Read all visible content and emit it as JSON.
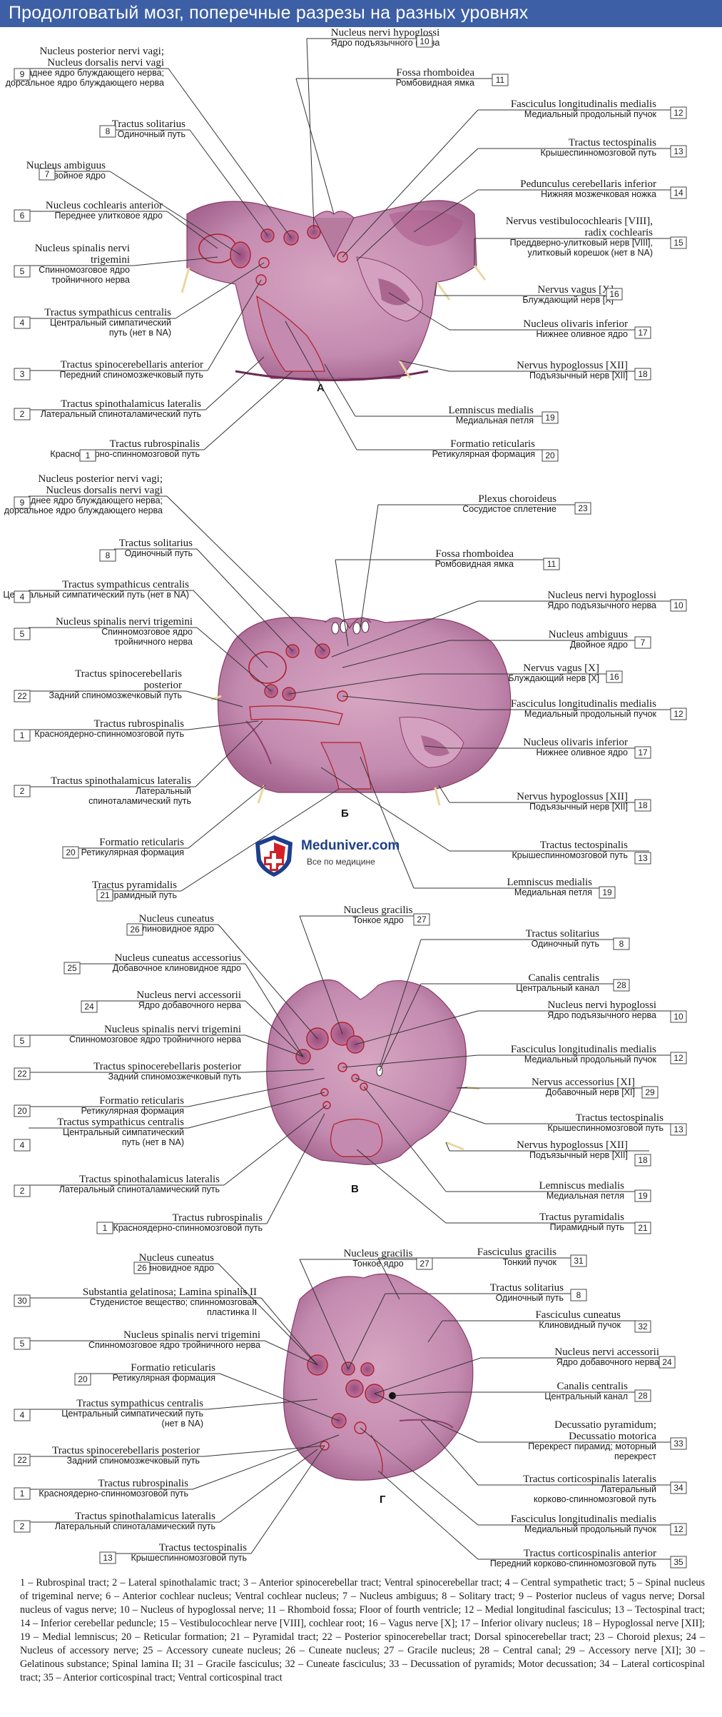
{
  "title": "Продолговатый мозг, поперечные разрезы на разных уровнях",
  "watermark": {
    "name": "Meduniver.com",
    "tagline": "Все по медицине"
  },
  "colors": {
    "title_bg": "#3d5fa5",
    "tissue": "#c98fb4",
    "tissue_dark": "#8f3e6e",
    "outline": "#b01f2a"
  },
  "panels": [
    {
      "letter": "А",
      "labels": [
        {
          "n": "10",
          "en": "Nucleus nervi hypoglossi",
          "ru": "Ядро подъязычного нерва"
        },
        {
          "n": "9",
          "en": "Nucleus posterior nervi vagi;\nNucleus dorsalis nervi vagi",
          "ru": "Заднее ядро блуждающего нерва;\nдорсальное ядро блуждающего нерва"
        },
        {
          "n": "11",
          "en": "Fossa rhomboidea",
          "ru": "Ромбовидная ямка"
        },
        {
          "n": "12",
          "en": "Fasciculus longitudinalis medialis",
          "ru": "Медиальный продольный пучок"
        },
        {
          "n": "8",
          "en": "Tractus solitarius",
          "ru": "Одиночный путь"
        },
        {
          "n": "13",
          "en": "Tractus tectospinalis",
          "ru": "Крышеспинномозговой путь"
        },
        {
          "n": "7",
          "en": "Nucleus ambiguus",
          "ru": "Двойное ядро"
        },
        {
          "n": "14",
          "en": "Pedunculus cerebellaris inferior",
          "ru": "Нижняя мозжечковая ножка"
        },
        {
          "n": "6",
          "en": "Nucleus cochlearis anterior",
          "ru": "Переднее улитковое ядро"
        },
        {
          "n": "15",
          "en": "Nervus vestibulocochlearis [VIII],\nradix cochlearis",
          "ru": "Преддверно-улитковый нерв [VIII],\nулитковый корешок (нет в NA)"
        },
        {
          "n": "5",
          "en": "Nucleus spinalis nervi\ntrigemini",
          "ru": "Спинномозговое ядро\nтройничного нерва"
        },
        {
          "n": "16",
          "en": "Nervus vagus [X]",
          "ru": "Блуждающий нерв [X]"
        },
        {
          "n": "17",
          "en": "Nucleus olivaris inferior",
          "ru": "Нижнее оливное ядро"
        },
        {
          "n": "4",
          "en": "Tractus sympathicus centralis",
          "ru": "Центральный симпатический\nпуть (нет в NA)"
        },
        {
          "n": "18",
          "en": "Nervus hypoglossus [XII]",
          "ru": "Подъязычный нерв [XII]"
        },
        {
          "n": "3",
          "en": "Tractus spinocerebellaris anterior",
          "ru": "Передний спиномозжечковый путь"
        },
        {
          "n": "19",
          "en": "Lemniscus medialis",
          "ru": "Медиальная петля"
        },
        {
          "n": "2",
          "en": "Tractus spinothalamicus lateralis",
          "ru": "Латеральный спиноталамический путь"
        },
        {
          "n": "20",
          "en": "Formatio reticularis",
          "ru": "Ретикулярная формация"
        },
        {
          "n": "1",
          "en": "Tractus rubrospinalis",
          "ru": "Красноядерно-спинномозговой путь"
        }
      ]
    },
    {
      "letter": "Б",
      "labels": [
        {
          "n": "9",
          "en": "Nucleus posterior nervi vagi;\nNucleus dorsalis nervi vagi",
          "ru": "Заднее ядро блуждающего нерва;\nдорсальное ядро блуждающего нерва"
        },
        {
          "n": "23",
          "en": "Plexus choroideus",
          "ru": "Сосудистое сплетение"
        },
        {
          "n": "8",
          "en": "Tractus solitarius",
          "ru": "Одиночный путь"
        },
        {
          "n": "11",
          "en": "Fossa rhomboidea",
          "ru": "Ромбовидная ямка"
        },
        {
          "n": "4",
          "en": "Tractus sympathicus centralis",
          "ru": "Центральный симпатический путь (нет в NA)"
        },
        {
          "n": "10",
          "en": "Nucleus nervi hypoglossi",
          "ru": "Ядро подъязычного нерва"
        },
        {
          "n": "5",
          "en": "Nucleus spinalis nervi trigemini",
          "ru": "Спинномозговое ядро\nтройничного нерва"
        },
        {
          "n": "7",
          "en": "Nucleus ambiguus",
          "ru": "Двойное ядро"
        },
        {
          "n": "22",
          "en": "Tractus spinocerebellaris\nposterior",
          "ru": "Задний спиномозжечковый путь"
        },
        {
          "n": "16",
          "en": "Nervus vagus [X]",
          "ru": "Блуждающий нерв [X]"
        },
        {
          "n": "12",
          "en": "Fasciculus longitudinalis medialis",
          "ru": "Медиальный продольный пучок"
        },
        {
          "n": "1",
          "en": "Tractus rubrospinalis",
          "ru": "Красноядерно-спинномозговой путь"
        },
        {
          "n": "17",
          "en": "Nucleus olivaris inferior",
          "ru": "Нижнее оливное ядро"
        },
        {
          "n": "2",
          "en": "Tractus spinothalamicus lateralis",
          "ru": "Латеральный\nспиноталамический путь"
        },
        {
          "n": "18",
          "en": "Nervus hypoglossus [XII]",
          "ru": "Подъязычный нерв [XII]"
        },
        {
          "n": "20",
          "en": "Formatio reticularis",
          "ru": "Ретикулярная формация"
        },
        {
          "n": "13",
          "en": "Tractus tectospinalis",
          "ru": "Крышеспинномозговой путь"
        },
        {
          "n": "21",
          "en": "Tractus pyramidalis",
          "ru": "Пирамидный путь"
        },
        {
          "n": "19",
          "en": "Lemniscus medialis",
          "ru": "Медиальная петля"
        }
      ]
    },
    {
      "letter": "В",
      "labels": [
        {
          "n": "27",
          "en": "Nucleus gracilis",
          "ru": "Тонкое ядро"
        },
        {
          "n": "26",
          "en": "Nucleus cuneatus",
          "ru": "Клиновидное ядро"
        },
        {
          "n": "8",
          "en": "Tractus solitarius",
          "ru": "Одиночный путь"
        },
        {
          "n": "25",
          "en": "Nucleus cuneatus accessorius",
          "ru": "Добавочное клиновидное ядро"
        },
        {
          "n": "28",
          "en": "Canalis centralis",
          "ru": "Центральный канал"
        },
        {
          "n": "24",
          "en": "Nucleus nervi accessorii",
          "ru": "Ядро добавочного нерва"
        },
        {
          "n": "10",
          "en": "Nucleus nervi hypoglossi",
          "ru": "Ядро подъязычного нерва"
        },
        {
          "n": "5",
          "en": "Nucleus spinalis nervi trigemini",
          "ru": "Спинномозговое ядро тройничного нерва"
        },
        {
          "n": "12",
          "en": "Fasciculus longitudinalis medialis",
          "ru": "Медиальный продольный пучок"
        },
        {
          "n": "22",
          "en": "Tractus spinocerebellaris posterior",
          "ru": "Задний спиномозжечковый путь"
        },
        {
          "n": "29",
          "en": "Nervus accessorius [XI]",
          "ru": "Добавочный нерв [XI]"
        },
        {
          "n": "20",
          "en": "Formatio reticularis",
          "ru": "Ретикулярная формация"
        },
        {
          "n": "13",
          "en": "Tractus tectospinalis",
          "ru": "Крышеспинномозговой путь"
        },
        {
          "n": "4",
          "en": "Tractus sympathicus centralis",
          "ru": "Центральный симпатический\nпуть (нет в NA)"
        },
        {
          "n": "18",
          "en": "Nervus hypoglossus [XII]",
          "ru": "Подъязычный нерв [XII]"
        },
        {
          "n": "2",
          "en": "Tractus spinothalamicus lateralis",
          "ru": "Латеральный спиноталамический путь"
        },
        {
          "n": "19",
          "en": "Lemniscus medialis",
          "ru": "Медиальная петля"
        },
        {
          "n": "21",
          "en": "Tractus pyramidalis",
          "ru": "Пирамидный путь"
        },
        {
          "n": "1",
          "en": "Tractus rubrospinalis",
          "ru": "Красноядерно-спинномозговой путь"
        }
      ]
    },
    {
      "letter": "Г",
      "labels": [
        {
          "n": "26",
          "en": "Nucleus cuneatus",
          "ru": "Клиновидное ядро"
        },
        {
          "n": "27",
          "en": "Nucleus gracilis",
          "ru": "Тонкое ядро"
        },
        {
          "n": "31",
          "en": "Fasciculus gracilis",
          "ru": "Тонкий пучок"
        },
        {
          "n": "30",
          "en": "Substantia gelatinosa; Lamina spinalis II",
          "ru": "Студенистое вещество; спинномозговая\nпластинка II"
        },
        {
          "n": "8",
          "en": "Tractus solitarius",
          "ru": "Одиночный путь"
        },
        {
          "n": "32",
          "en": "Fasciculus cuneatus",
          "ru": "Клиновидный пучок"
        },
        {
          "n": "5",
          "en": "Nucleus spinalis nervi trigemini",
          "ru": "Спинномозговое ядро тройничного нерва"
        },
        {
          "n": "24",
          "en": "Nucleus nervi accessorii",
          "ru": "Ядро добавочного нерва"
        },
        {
          "n": "20",
          "en": "Formatio reticularis",
          "ru": "Ретикулярная формация"
        },
        {
          "n": "28",
          "en": "Canalis centralis",
          "ru": "Центральный канал"
        },
        {
          "n": "4",
          "en": "Tractus sympathicus centralis",
          "ru": "Центральный симпатический путь\n(нет в NA)"
        },
        {
          "n": "33",
          "en": "Decussatio pyramidum;\nDecussatio motorica",
          "ru": "Перекрест пирамид; моторный\nперекрест"
        },
        {
          "n": "22",
          "en": "Tractus spinocerebellaris posterior",
          "ru": "Задний спиномозжечковый путь"
        },
        {
          "n": "34",
          "en": "Tractus corticospinalis lateralis",
          "ru": "Латеральный\nкорково-спинномозговой путь"
        },
        {
          "n": "1",
          "en": "Tractus rubrospinalis",
          "ru": "Красноядерно-спинномозговой путь"
        },
        {
          "n": "2",
          "en": "Tractus spinothalamicus lateralis",
          "ru": "Латеральный спиноталамический путь"
        },
        {
          "n": "12",
          "en": "Fasciculus longitudinalis medialis",
          "ru": "Медиальный продольный пучок"
        },
        {
          "n": "13",
          "en": "Tractus tectospinalis",
          "ru": "Крышеспинномозговой путь"
        },
        {
          "n": "35",
          "en": "Tractus corticospinalis anterior",
          "ru": "Передний корково-спинномозговой путь"
        }
      ]
    }
  ],
  "legend": "1 – Rubrospinal tract; 2 – Lateral spinothalamic tract; 3 – Anterior spinocerebellar tract; Ventral spinocerebellar tract; 4 – Central sympathetic tract; 5 – Spinal nucleus of trigeminal nerve; 6 – Anterior cochlear nucleus; Ventral cochlear nucleus; 7 – Nucleus ambiguus; 8 – Solitary tract; 9 – Posterior nucleus of vagus nerve; Dorsal nucleus of vagus nerve; 10 – Nucleus of hypoglossal nerve; 11 – Rhomboid fossa; Floor of fourth ventricle; 12 – Medial longitudinal fasciculus; 13 – Tectospinal tract; 14 – Inferior cerebellar peduncle; 15 – Vestibulocochlear nerve [VIII], cochlear root; 16 – Vagus nerve [X]; 17 – Inferior olivary nucleus; 18 – Hypoglossal nerve [XII]; 19 – Medial lemniscus; 20 – Reticular formation; 21 – Pyramidal tract; 22 – Posterior spinocerebellar tract; Dorsal spinocerebellar tract; 23 – Choroid plexus; 24 – Nucleus of accessory nerve; 25 – Accessory cuneate nucleus; 26 – Cuneate nucleus; 27 – Gracile nucleus; 28 – Central canal; 29 – Accessory nerve [XI]; 30 – Gelatinous substance; Spinal lamina II; 31 – Gracile fasciculus; 32 – Cuneate fasciculus; 33 – Decussation of pyramids; Motor decussation; 34 – Lateral corticospinal tract; 35 – Anterior corticospinal tract; Ventral corticospinal tract"
}
